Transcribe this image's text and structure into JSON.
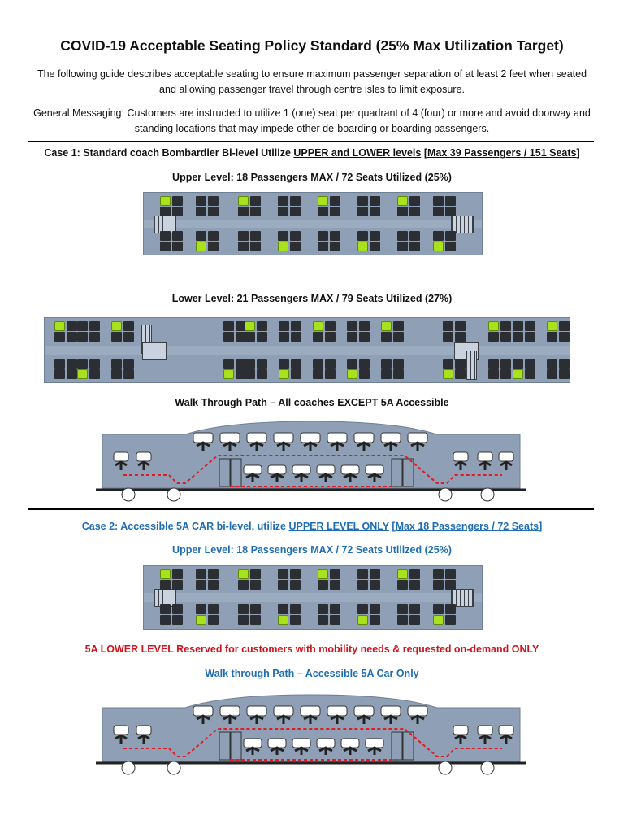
{
  "title": "COVID-19 Acceptable Seating Policy Standard (25% Max Utilization Target)",
  "intro": "The following guide describes acceptable seating to ensure maximum passenger separation of at least 2 feet when seated and allowing passenger travel through centre isles to limit exposure.",
  "general_messaging": "General Messaging: Customers are instructed to utilize 1 (one) seat per quadrant of 4 (four) or more and avoid doorway and standing locations that may impede other de-boarding or boarding passengers.",
  "case1": {
    "prefix": "Case 1: Standard coach Bombardier Bi-level Utilize ",
    "levels": "UPPER and LOWER levels",
    "middle": " ",
    "bracket_open": "[",
    "max": "Max 39 Passengers / 151 Seats",
    "bracket_close": "]",
    "upper_label": "Upper Level: 18 Passengers MAX / 72 Seats Utilized (25%)",
    "lower_label": "Lower Level: 21 Passengers MAX / 79 Seats Utilized (27%)",
    "walk_label": "Walk Through Path – All coaches EXCEPT 5A Accessible"
  },
  "case2": {
    "prefix": "Case 2: Accessible 5A CAR bi-level, utilize ",
    "levels": "UPPER LEVEL ONLY",
    "middle": " ",
    "bracket_open": "[",
    "max": "Max 18 Passengers / 72 Seats",
    "bracket_close": "]",
    "upper_label": "Upper Level: 18 Passengers MAX / 72 Seats Utilized (25%)",
    "reserved": "5A LOWER LEVEL Reserved for customers with mobility needs & requested on-demand ONLY",
    "walk_label": "Walk through Path – Accessible 5A Car Only"
  },
  "colors": {
    "car_body": "#8fa0b6",
    "occupied_seat": "#a7e21c",
    "empty_seat": "#2b2f33",
    "walk_path": "#e01b24",
    "case2_text": "#1f6db3",
    "reserved_text": "#d0141b"
  },
  "icons": [
    "seat-icon",
    "stairs-icon",
    "door-icon",
    "wheel-icon",
    "walk-path-icon"
  ]
}
